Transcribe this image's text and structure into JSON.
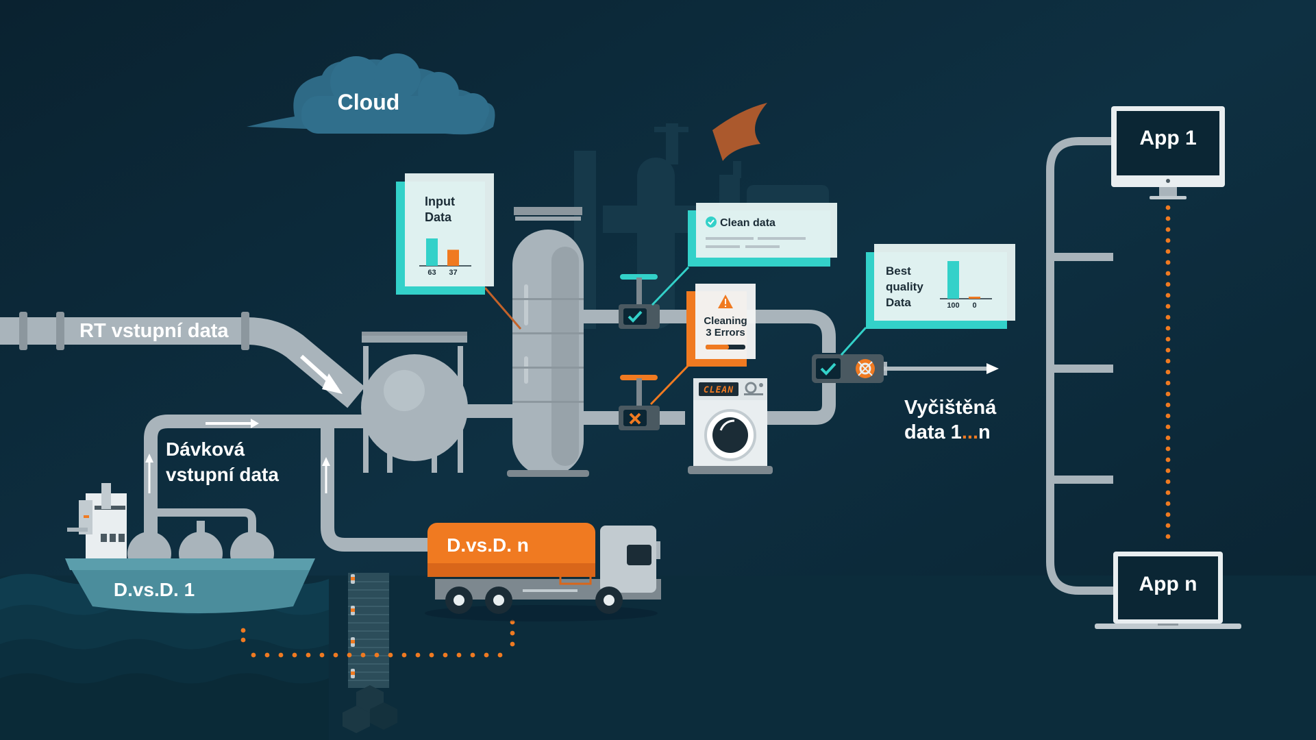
{
  "cloud": {
    "label": "Cloud"
  },
  "pipelines": {
    "rt_input": "RT vstupní data",
    "batch_input_line1": "Dávková",
    "batch_input_line2": "vstupní data",
    "output_line1": "Vyčištěná",
    "output_line2_prefix": "data 1",
    "output_line2_ellipsis": "...",
    "output_line2_suffix": "n"
  },
  "sources": {
    "ship": "D.vs.D. 1",
    "truck": "D.vs.D. n"
  },
  "input_card": {
    "line1": "Input",
    "line2": "Data",
    "chart_data": {
      "type": "bar",
      "categories": [
        "63",
        "37"
      ],
      "values": [
        63,
        37
      ],
      "colors": [
        "#33d1c9",
        "#f07a21"
      ]
    }
  },
  "clean_card": {
    "title": "Clean data"
  },
  "cleaning_card": {
    "line1": "Cleaning",
    "line2": "3 Errors"
  },
  "washer": {
    "display": "CLEAN"
  },
  "best_card": {
    "line1": "Best",
    "line2": "quality",
    "line3": "Data",
    "chart_data": {
      "type": "bar",
      "categories": [
        "100",
        "0"
      ],
      "values": [
        100,
        0
      ],
      "colors": [
        "#33d1c9",
        "#f07a21"
      ]
    }
  },
  "apps": {
    "first": "App 1",
    "last": "App n"
  },
  "colors": {
    "background": "#0b2634",
    "pipe": "#a9b4bb",
    "accent_teal": "#33d1c9",
    "accent_orange": "#f07a21"
  }
}
